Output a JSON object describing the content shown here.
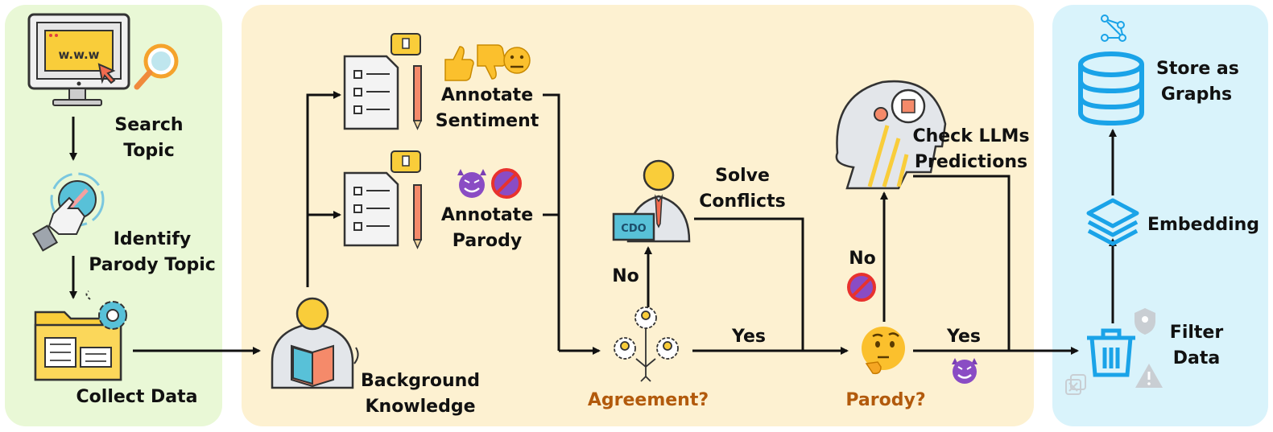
{
  "labels": {
    "search_topic": "Search Topic",
    "identify_parody_topic": "Identify Parody Topic",
    "collect_data": "Collect Data",
    "background_knowledge": "Background Knowledge",
    "annotate_sentiment": "Annotate Sentiment",
    "annotate_parody": "Annotate Parody",
    "solve_conflicts": "Solve Conflicts",
    "agreement": "Agreement?",
    "check_llms": "Check LLMs Predictions",
    "parody": "Parody?",
    "store_as_graphs": "Store as Graphs",
    "embedding": "Embedding",
    "filter_data": "Filter Data"
  },
  "edges": {
    "no_1": "No",
    "yes_1": "Yes",
    "no_2": "No",
    "yes_2": "Yes"
  },
  "icon_text": {
    "www": "w.w.w",
    "cdo": "CDO"
  },
  "colors": {
    "panel_collect": "#e9f8d6",
    "panel_annotate": "#fdf1d1",
    "panel_store": "#d9f3fb",
    "question_text": "#b25a0c",
    "store_icons": "#1aa3e8",
    "accent_yellow": "#f9cd3a"
  }
}
